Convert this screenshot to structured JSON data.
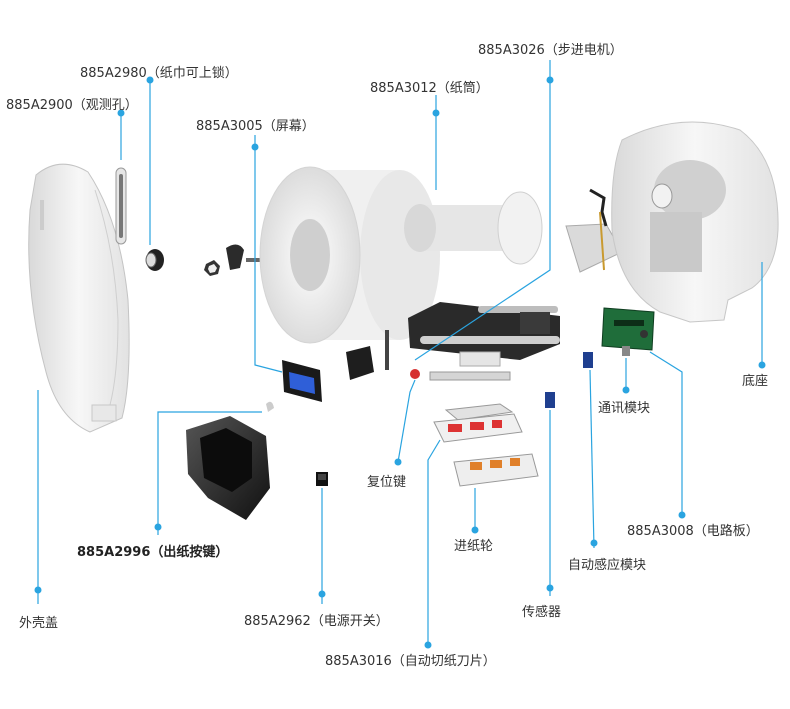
{
  "colors": {
    "leader": "#2aa4e0",
    "dot": "#2aa4e0"
  },
  "labels": {
    "p2980": "885A2980（纸巾可上锁）",
    "p2900": "885A2900（观测孔）",
    "p3005": "885A3005（屏幕）",
    "p3012": "885A3012（纸筒）",
    "p3026": "885A3026（步进电机）",
    "base": "底座",
    "comm": "通讯模块",
    "reset": "复位键",
    "p3008": "885A3008（电路板）",
    "feed": "进纸轮",
    "p2996": "885A2996（出纸按键）",
    "sensing": "自动感应模块",
    "cover": "外壳盖",
    "sensor": "传感器",
    "p2962": "885A2962（电源开关）",
    "p3016": "885A3016（自动切纸刀片）"
  }
}
